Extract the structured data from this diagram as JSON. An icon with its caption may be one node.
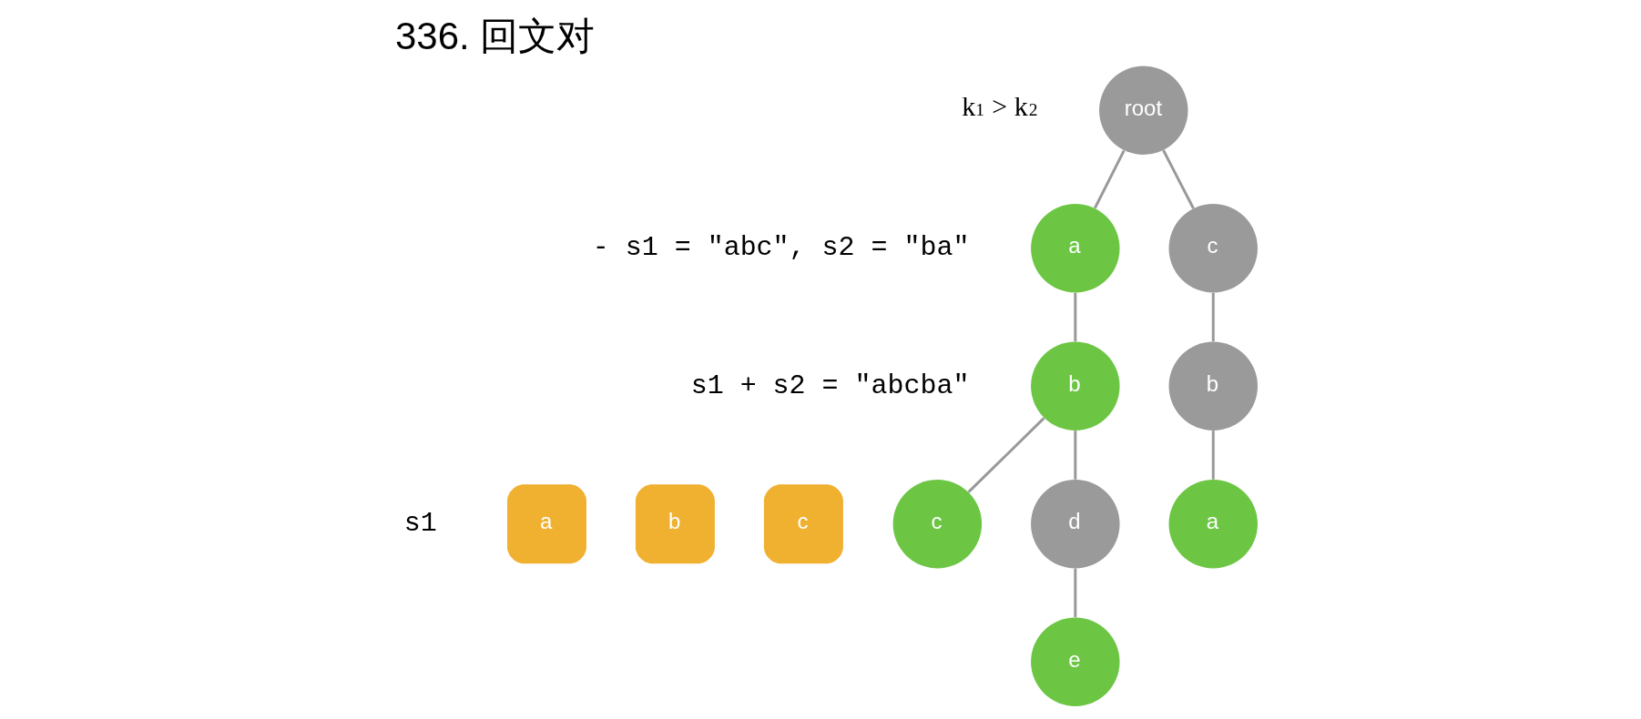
{
  "diagram": {
    "title": "336. 回文对",
    "nodes": [
      {
        "text": [
          "root"
        ]
      },
      {
        "text": [
          "a"
        ]
      },
      {
        "text": [
          "c"
        ]
      },
      {
        "text": [
          "b"
        ]
      },
      {
        "text": [
          "b"
        ]
      },
      {
        "text": [
          "c"
        ]
      },
      {
        "text": [
          "d"
        ]
      },
      {
        "text": [
          "a"
        ]
      },
      {
        "text": [
          "e"
        ]
      },
      {
        "text": [
          "a"
        ]
      },
      {
        "text": [
          "b"
        ]
      },
      {
        "text": [
          "c"
        ]
      }
    ],
    "edges": [
      {
        "from": 0,
        "to": 1,
        "arrow": "none"
      },
      {
        "from": 0,
        "to": 2,
        "arrow": "none"
      },
      {
        "from": 1,
        "to": 3,
        "arrow": "none"
      },
      {
        "from": 2,
        "to": 4,
        "arrow": "none"
      },
      {
        "from": 3,
        "to": 5,
        "arrow": "none"
      },
      {
        "from": 3,
        "to": 6,
        "arrow": "none"
      },
      {
        "from": 4,
        "to": 7,
        "arrow": "none"
      },
      {
        "from": 6,
        "to": 8,
        "arrow": "none"
      }
    ],
    "labels": [
      "k$_{1}$ > k$_{2}$",
      "- s1 = \"abc\", s2 = \"ba\"",
      "s1 + s2 = \"abcba\"",
      "s1"
    ]
  }
}
